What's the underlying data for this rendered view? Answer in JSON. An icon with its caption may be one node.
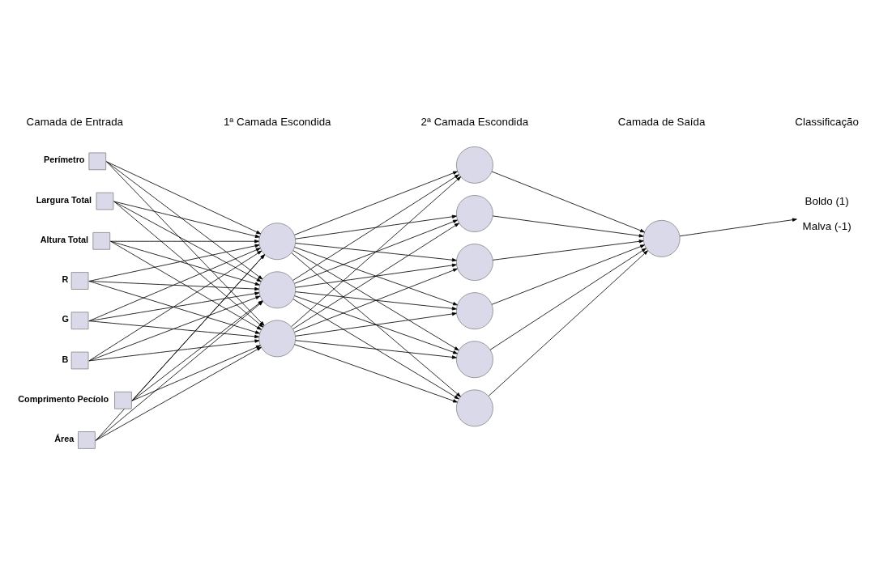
{
  "diagram": {
    "nodes": [
      {
        "text": [],
        "shape": "box",
        "beside": [
          "Área"
        ]
      },
      {
        "text": [],
        "shape": "box",
        "beside": [
          "Perímetro"
        ]
      },
      {
        "text": [],
        "shape": "box",
        "beside": [
          "Largura Total"
        ]
      },
      {
        "text": [],
        "shape": "box",
        "beside": [
          "Altura Total"
        ]
      },
      {
        "text": [],
        "shape": "box",
        "beside": [
          "R"
        ]
      },
      {
        "text": [],
        "shape": "box",
        "beside": [
          "G"
        ]
      },
      {
        "text": [],
        "shape": "box",
        "beside": [
          "B"
        ]
      },
      {
        "text": [],
        "shape": "box",
        "beside": [
          "Comprimento Pecíolo"
        ]
      },
      {
        "text": [],
        "shape": "circle"
      },
      {
        "text": [],
        "shape": "circle"
      },
      {
        "text": [],
        "shape": "circle"
      },
      {
        "text": [],
        "shape": "circle"
      },
      {
        "text": [],
        "shape": "circle"
      },
      {
        "text": [],
        "shape": "circle"
      },
      {
        "text": [],
        "shape": "circle"
      },
      {
        "text": [],
        "shape": "circle"
      },
      {
        "text": [],
        "shape": "circle"
      },
      {
        "text": [],
        "shape": "circle"
      },
      {
        "text": [
          "Boldo (1)",
          "Malva (-1)"
        ]
      }
    ],
    "edges": [
      {
        "from": 0,
        "to": 8,
        "arrow": "to"
      },
      {
        "from": 0,
        "to": 9,
        "arrow": "to"
      },
      {
        "from": 0,
        "to": 10,
        "arrow": "to"
      },
      {
        "from": 1,
        "to": 8,
        "arrow": "to"
      },
      {
        "from": 1,
        "to": 9,
        "arrow": "to"
      },
      {
        "from": 1,
        "to": 10,
        "arrow": "to"
      },
      {
        "from": 2,
        "to": 8,
        "arrow": "to"
      },
      {
        "from": 2,
        "to": 9,
        "arrow": "to"
      },
      {
        "from": 2,
        "to": 10,
        "arrow": "to"
      },
      {
        "from": 3,
        "to": 8,
        "arrow": "to"
      },
      {
        "from": 3,
        "to": 9,
        "arrow": "to"
      },
      {
        "from": 3,
        "to": 10,
        "arrow": "to"
      },
      {
        "from": 4,
        "to": 8,
        "arrow": "to"
      },
      {
        "from": 4,
        "to": 9,
        "arrow": "to"
      },
      {
        "from": 4,
        "to": 10,
        "arrow": "to"
      },
      {
        "from": 5,
        "to": 8,
        "arrow": "to"
      },
      {
        "from": 5,
        "to": 9,
        "arrow": "to"
      },
      {
        "from": 5,
        "to": 10,
        "arrow": "to"
      },
      {
        "from": 6,
        "to": 8,
        "arrow": "to"
      },
      {
        "from": 6,
        "to": 9,
        "arrow": "to"
      },
      {
        "from": 6,
        "to": 10,
        "arrow": "to"
      },
      {
        "from": 7,
        "to": 8,
        "arrow": "to"
      },
      {
        "from": 7,
        "to": 9,
        "arrow": "to"
      },
      {
        "from": 7,
        "to": 10,
        "arrow": "to"
      },
      {
        "from": 8,
        "to": 11,
        "arrow": "to"
      },
      {
        "from": 8,
        "to": 12,
        "arrow": "to"
      },
      {
        "from": 8,
        "to": 13,
        "arrow": "to"
      },
      {
        "from": 8,
        "to": 14,
        "arrow": "to"
      },
      {
        "from": 8,
        "to": 15,
        "arrow": "to"
      },
      {
        "from": 8,
        "to": 16,
        "arrow": "to"
      },
      {
        "from": 9,
        "to": 11,
        "arrow": "to"
      },
      {
        "from": 9,
        "to": 12,
        "arrow": "to"
      },
      {
        "from": 9,
        "to": 13,
        "arrow": "to"
      },
      {
        "from": 9,
        "to": 14,
        "arrow": "to"
      },
      {
        "from": 9,
        "to": 15,
        "arrow": "to"
      },
      {
        "from": 9,
        "to": 16,
        "arrow": "to"
      },
      {
        "from": 10,
        "to": 11,
        "arrow": "to"
      },
      {
        "from": 10,
        "to": 12,
        "arrow": "to"
      },
      {
        "from": 10,
        "to": 13,
        "arrow": "to"
      },
      {
        "from": 10,
        "to": 14,
        "arrow": "to"
      },
      {
        "from": 10,
        "to": 15,
        "arrow": "to"
      },
      {
        "from": 10,
        "to": 16,
        "arrow": "to"
      },
      {
        "from": 11,
        "to": 17,
        "arrow": "to"
      },
      {
        "from": 12,
        "to": 17,
        "arrow": "to"
      },
      {
        "from": 13,
        "to": 17,
        "arrow": "to"
      },
      {
        "from": 14,
        "to": 17,
        "arrow": "to"
      },
      {
        "from": 15,
        "to": 17,
        "arrow": "to"
      },
      {
        "from": 16,
        "to": 17,
        "arrow": "to"
      },
      {
        "from": 17,
        "to": 18,
        "arrow": "to"
      }
    ],
    "labels": [
      "Camada de Entrada",
      "1ª Camada Escondida",
      "2ª Camada Escondida",
      "Camada de Saída",
      "Classificação"
    ]
  }
}
